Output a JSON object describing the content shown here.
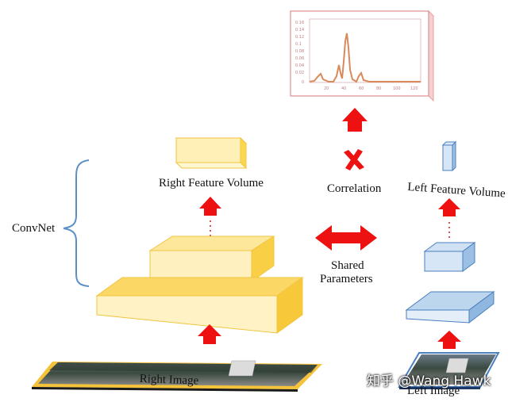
{
  "labels": {
    "convnet": "ConvNet",
    "right_feature_volume": "Right Feature Volume",
    "left_feature_volume": "Left Feature Volume",
    "correlation": "Correlation",
    "shared_parameters_line1": "Shared",
    "shared_parameters_line2": "Parameters",
    "right_image": "Right Image",
    "left_image": "Left Image"
  },
  "watermark": "知乎 @Wang Hawk",
  "plot": {
    "y_ticks": [
      "0.16",
      "0.14",
      "0.12",
      "0.1",
      "0.08",
      "0.06",
      "0.04",
      "0.02",
      "0"
    ],
    "x_ticks": [
      "20",
      "40",
      "60",
      "80",
      "100",
      "120"
    ]
  },
  "colors": {
    "yellow_volume": "#fbd750",
    "blue_volume": "#bcd6ee",
    "arrow_red": "#ee1111",
    "bracket_blue": "#5b8fc7",
    "plot_frame": "#e8a0a0"
  }
}
